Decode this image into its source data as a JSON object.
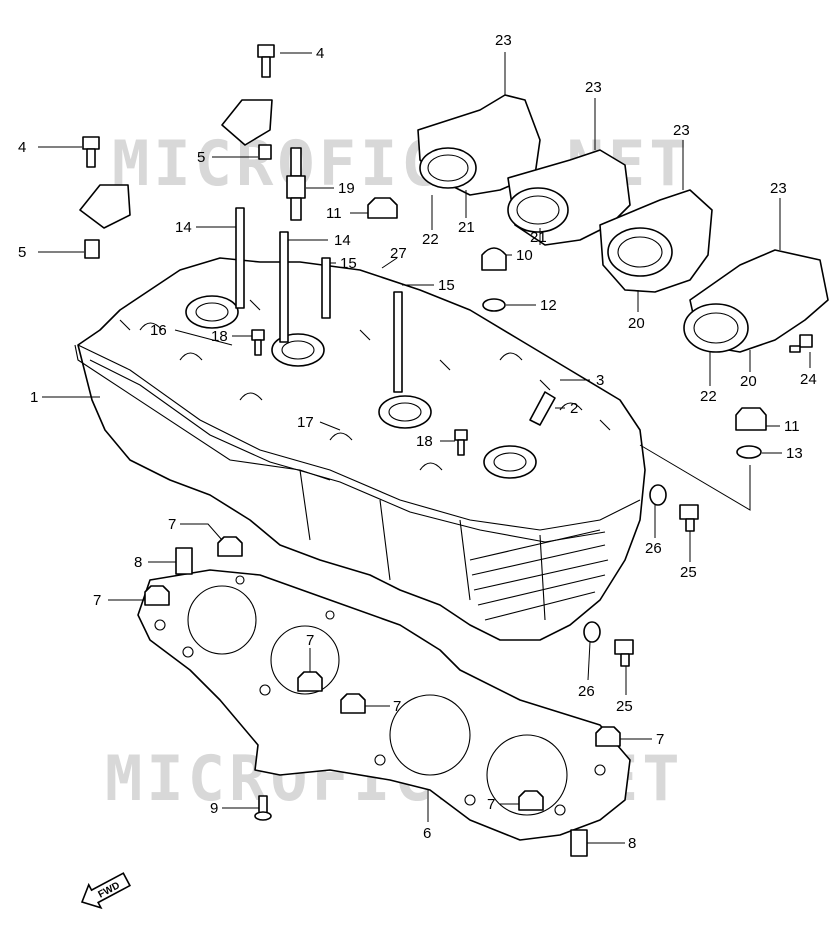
{
  "watermark": {
    "text": "MICROFICHE.NET",
    "color": "#d8d8d8"
  },
  "direction_badge": {
    "text": "FWD",
    "icon": "forward-arrow-icon"
  },
  "callouts": [
    {
      "id": "c-4-top",
      "label": "4"
    },
    {
      "id": "c-4-left",
      "label": "4"
    },
    {
      "id": "c-5-a",
      "label": "5"
    },
    {
      "id": "c-5-b",
      "label": "5"
    },
    {
      "id": "c-19",
      "label": "19"
    },
    {
      "id": "c-11-a",
      "label": "11"
    },
    {
      "id": "c-14-a",
      "label": "14"
    },
    {
      "id": "c-14-b",
      "label": "14"
    },
    {
      "id": "c-15-a",
      "label": "15"
    },
    {
      "id": "c-15-b",
      "label": "15"
    },
    {
      "id": "c-27",
      "label": "27"
    },
    {
      "id": "c-16",
      "label": "16"
    },
    {
      "id": "c-18-a",
      "label": "18"
    },
    {
      "id": "c-18-b",
      "label": "18"
    },
    {
      "id": "c-17",
      "label": "17"
    },
    {
      "id": "c-1",
      "label": "1"
    },
    {
      "id": "c-10",
      "label": "10"
    },
    {
      "id": "c-12",
      "label": "12"
    },
    {
      "id": "c-3",
      "label": "3"
    },
    {
      "id": "c-2",
      "label": "2"
    },
    {
      "id": "c-22-a",
      "label": "22"
    },
    {
      "id": "c-21-a",
      "label": "21"
    },
    {
      "id": "c-23-a",
      "label": "23"
    },
    {
      "id": "c-23-b",
      "label": "23"
    },
    {
      "id": "c-21-b",
      "label": "21"
    },
    {
      "id": "c-23-c",
      "label": "23"
    },
    {
      "id": "c-20-a",
      "label": "20"
    },
    {
      "id": "c-23-d",
      "label": "23"
    },
    {
      "id": "c-22-b",
      "label": "22"
    },
    {
      "id": "c-20-b",
      "label": "20"
    },
    {
      "id": "c-24",
      "label": "24"
    },
    {
      "id": "c-11-b",
      "label": "11"
    },
    {
      "id": "c-13",
      "label": "13"
    },
    {
      "id": "c-26-a",
      "label": "26"
    },
    {
      "id": "c-25-a",
      "label": "25"
    },
    {
      "id": "c-26-b",
      "label": "26"
    },
    {
      "id": "c-25-b",
      "label": "25"
    },
    {
      "id": "c-7-a",
      "label": "7"
    },
    {
      "id": "c-8-a",
      "label": "8"
    },
    {
      "id": "c-7-b",
      "label": "7"
    },
    {
      "id": "c-7-c",
      "label": "7"
    },
    {
      "id": "c-7-d",
      "label": "7"
    },
    {
      "id": "c-7-e",
      "label": "7"
    },
    {
      "id": "c-7-f",
      "label": "7"
    },
    {
      "id": "c-9",
      "label": "9"
    },
    {
      "id": "c-6",
      "label": "6"
    },
    {
      "id": "c-8-b",
      "label": "8"
    }
  ]
}
